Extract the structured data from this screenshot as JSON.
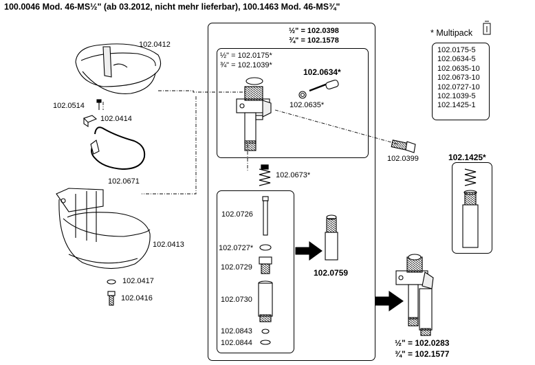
{
  "title": "100.0046 Mod. 46-MS½\" (ab 03.2012, nicht mehr lieferbar), 100.1463 Mod. 46-MS¾\"",
  "main_box": {
    "half": "½\" = 102.0398",
    "three_quarter": "¾\" = 102.1578"
  },
  "valve_box": {
    "half": "½\" = 102.0175*",
    "three_quarter": "¾\" = 102.1039*"
  },
  "parts": {
    "p0412": "102.0412",
    "p0514": "102.0514",
    "p0414": "102.0414",
    "p0671": "102.0671",
    "p0413": "102.0413",
    "p0417": "102.0417",
    "p0416": "102.0416",
    "p0634": "102.0634*",
    "p0635": "102.0635*",
    "p0399": "102.0399",
    "p0673": "102.0673*",
    "p0726": "102.0726",
    "p0727": "102.0727*",
    "p0729": "102.0729",
    "p0730": "102.0730",
    "p0843": "102.0843",
    "p0844": "102.0844",
    "p0759": "102.0759",
    "p1425": "102.1425*"
  },
  "bottom_right": {
    "half": "½\" = 102.0283",
    "three_quarter": "¾\" = 102.1577"
  },
  "multipack": {
    "label": "* Multipack",
    "items": [
      "102.0175-5",
      "102.0634-5",
      "102.0635-10",
      "102.0673-10",
      "102.0727-10",
      "102.1039-5",
      "102.1425-1"
    ]
  }
}
